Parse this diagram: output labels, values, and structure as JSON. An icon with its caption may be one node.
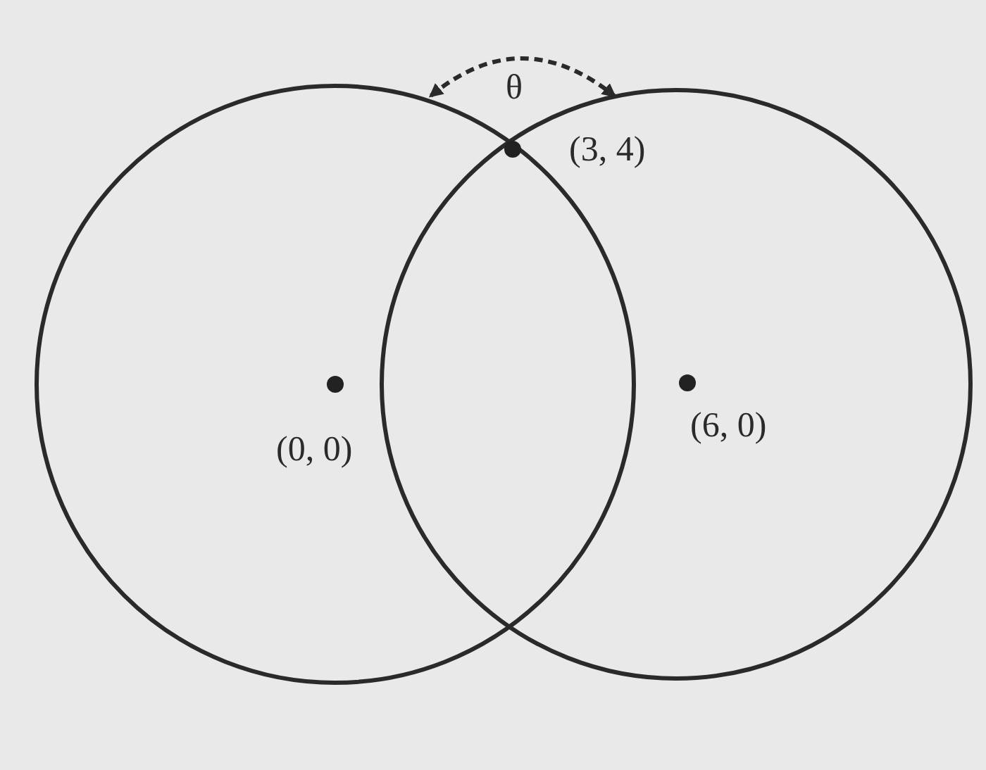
{
  "diagram": {
    "labels": [
      "θ",
      "(3, 4)",
      "(0, 0)",
      "(6, 0)"
    ]
  }
}
